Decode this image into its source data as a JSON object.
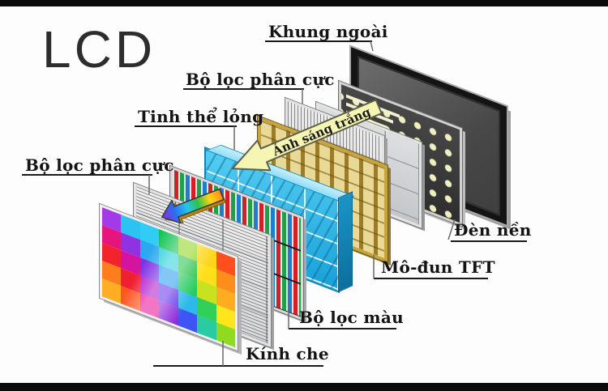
{
  "diagram_title": "LCD",
  "labels": {
    "khung_ngoai": "Khung ngoài",
    "bo_loc_phan_cuc_top": "Bộ lọc phân cực",
    "tinh_the_long": "Tinh thể lỏng",
    "bo_loc_phan_cuc_left": "Bộ lọc phân cực",
    "anh_sang_trang": "Ánh sáng trắng",
    "den_nen": "Đèn nền",
    "mo_dun_tft": "Mô-đun TFT",
    "bo_loc_mau": "Bộ lọc màu",
    "kinh_che": "Kính che"
  },
  "layers_front_to_back": [
    "Kính che",
    "Bộ lọc phân cực",
    "Bộ lọc màu",
    "Tinh thể lỏng",
    "Mô-đun TFT",
    "Bộ lọc phân cực",
    "Đèn nền",
    "Khung ngoài"
  ],
  "colors": {
    "liquid_crystal_blue": "#2ab5e8",
    "tft_gold": "#d8bc6a",
    "light_arrow_yellow": "#f6f6b4",
    "frame_black": "#141414",
    "backlight_dot": "#efefc2",
    "label_text": "#141414"
  },
  "cover_glass_colors": [
    [
      "#a23ae8",
      "#2bc4f2",
      "#30ccf4",
      "#14c353",
      "#8fd622",
      "#ffd517",
      "#ff4f1e"
    ],
    [
      "#e6157d",
      "#9031e2",
      "#2ba8f0",
      "#2fd0da",
      "#2ac24d",
      "#ffdf1b",
      "#ff8d1c"
    ],
    [
      "#f2232b",
      "#d4149e",
      "#7d30e4",
      "#2c9ff2",
      "#27cb60",
      "#c9e220",
      "#ffac20"
    ],
    [
      "#ff7d1d",
      "#ef2032",
      "#b21dce",
      "#6638ea",
      "#2dbaea",
      "#31d159",
      "#ffe51b"
    ],
    [
      "#ffad24",
      "#ff5622",
      "#ea139c",
      "#8d2ada",
      "#3d55f2",
      "#2acba2",
      "#90da20"
    ]
  ]
}
